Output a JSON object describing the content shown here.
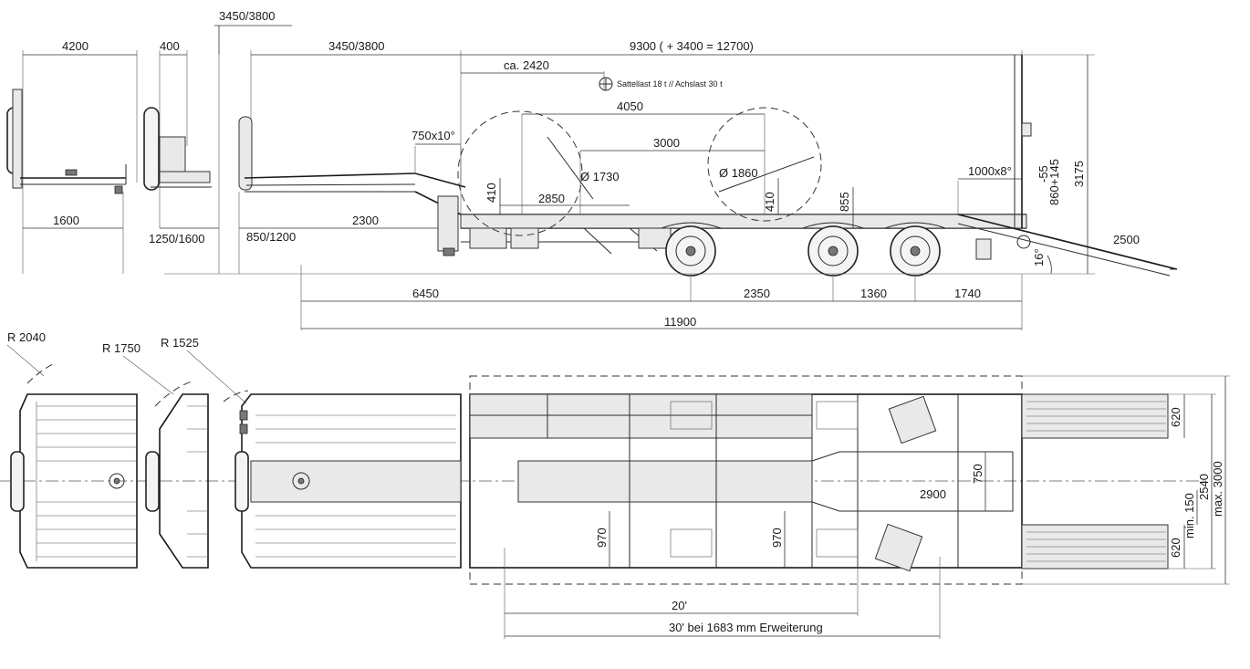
{
  "side_view": {
    "dimensions": {
      "front_width": "4200",
      "gooseneck_offset": "400",
      "kingpin_top": "3450/3800",
      "gooseneck_length": "3450/3800",
      "overall_deck": "9300 ( + 3400 = 12700)",
      "kingpin_to_axle": "ca. 2420",
      "load_note": "Sattellast 18 t // Achslast 30 t",
      "wheel_span": "4050",
      "wheel_span_inner": "3000",
      "neck_angle": "750x10°",
      "tire_dia_1": "Ø 1730",
      "tire_dia_2": "Ø 1860",
      "height_410_a": "410",
      "height_410_b": "410",
      "deck_2850": "2850",
      "height_855": "855",
      "ramp_angle_len": "1000x8°",
      "minus55": "-55",
      "plus145": "860+145",
      "total_height": "3175",
      "deck_2300": "2300",
      "height_850": "850/1200",
      "width_1600": "1600",
      "height_1250": "1250/1600",
      "ramp_2500": "2500",
      "ramp_angle": "16°",
      "dim_6450": "6450",
      "dim_2350": "2350",
      "dim_1360": "1360",
      "dim_1740": "1740",
      "dim_11900": "11900"
    }
  },
  "top_view": {
    "dimensions": {
      "r2040": "R 2040",
      "r1750": "R 1750",
      "r1525": "R 1525",
      "w620_a": "620",
      "w620_b": "620",
      "w750": "750",
      "w2900": "2900",
      "w970_a": "970",
      "w970_b": "970",
      "min150": "min. 150",
      "w2540": "2540",
      "max3000": "max. 3000",
      "c20": "20'",
      "c30": "30' bei 1683 mm Erweiterung"
    }
  }
}
